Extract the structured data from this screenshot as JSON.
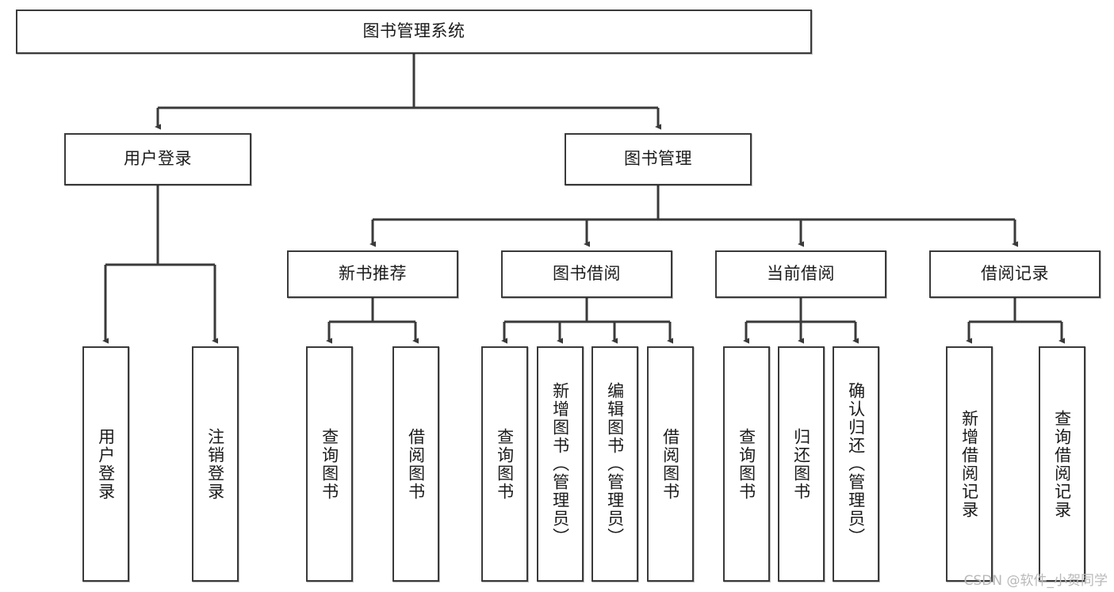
{
  "diagram": {
    "type": "tree-hierarchy-flowchart",
    "title": "图书管理系统",
    "watermark": "CSDN @软件_小贺同学",
    "theme": {
      "background": "#ffffff",
      "box_border": "#3a3a3a",
      "box_fill": "#ffffff",
      "connector": "#3a3a3a",
      "text": "#1b1b1b",
      "watermark_color": "#b9b9b9"
    },
    "nodes": {
      "root": {
        "label": "图书管理系统",
        "orientation": "horizontal"
      },
      "level2": [
        {
          "id": "user-login",
          "label": "用户登录",
          "orientation": "horizontal"
        },
        {
          "id": "book-management",
          "label": "图书管理",
          "orientation": "horizontal"
        }
      ],
      "level3": [
        {
          "id": "new-book-recommend",
          "label": "新书推荐",
          "orientation": "horizontal"
        },
        {
          "id": "book-borrow",
          "label": "图书借阅",
          "orientation": "horizontal"
        },
        {
          "id": "current-borrow",
          "label": "当前借阅",
          "orientation": "horizontal"
        },
        {
          "id": "borrow-record",
          "label": "借阅记录",
          "orientation": "horizontal"
        }
      ],
      "leaves": [
        {
          "id": "leaf-user-login",
          "label": "用户登录",
          "parent": "user-login",
          "orientation": "vertical"
        },
        {
          "id": "leaf-logout-login",
          "label": "注销登录",
          "parent": "user-login",
          "orientation": "vertical"
        },
        {
          "id": "leaf-query-book-1",
          "label": "查询图书",
          "parent": "new-book-recommend",
          "orientation": "vertical"
        },
        {
          "id": "leaf-borrow-book-1",
          "label": "借阅图书",
          "parent": "new-book-recommend",
          "orientation": "vertical"
        },
        {
          "id": "leaf-query-book-2",
          "label": "查询图书",
          "parent": "book-borrow",
          "orientation": "vertical"
        },
        {
          "id": "leaf-add-book",
          "label": "新增图书（管理员）",
          "parent": "book-borrow",
          "orientation": "vertical"
        },
        {
          "id": "leaf-edit-book",
          "label": "编辑图书（管理员）",
          "parent": "book-borrow",
          "orientation": "vertical"
        },
        {
          "id": "leaf-borrow-book-2",
          "label": "借阅图书",
          "parent": "book-borrow",
          "orientation": "vertical"
        },
        {
          "id": "leaf-query-book-3",
          "label": "查询图书",
          "parent": "current-borrow",
          "orientation": "vertical"
        },
        {
          "id": "leaf-return-book",
          "label": "归还图书",
          "parent": "current-borrow",
          "orientation": "vertical"
        },
        {
          "id": "leaf-confirm-return",
          "label": "确认归还（管理员）",
          "parent": "current-borrow",
          "orientation": "vertical"
        },
        {
          "id": "leaf-add-record",
          "label": "新增借阅记录",
          "parent": "borrow-record",
          "orientation": "vertical"
        },
        {
          "id": "leaf-query-record",
          "label": "查询借阅记录",
          "parent": "borrow-record",
          "orientation": "vertical"
        }
      ]
    }
  }
}
